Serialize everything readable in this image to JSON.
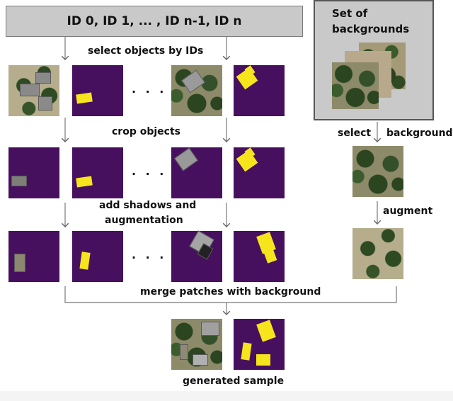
{
  "diagram": {
    "ids_label": "ID 0, ID 1, ... , ID n-1, ID n",
    "backgrounds_label_line1": "Set of",
    "backgrounds_label_line2": "backgrounds",
    "step_select_objects": "select objects by IDs",
    "step_crop": "crop objects",
    "step_shadows_line1": "add shadows and",
    "step_shadows_line2": "augmentation",
    "step_merge": "merge patches  with background",
    "step_select_bg": "select",
    "step_select_bg_2": "background",
    "step_augment": "augment",
    "result_label": "generated sample",
    "ellipsis": ". . ."
  }
}
